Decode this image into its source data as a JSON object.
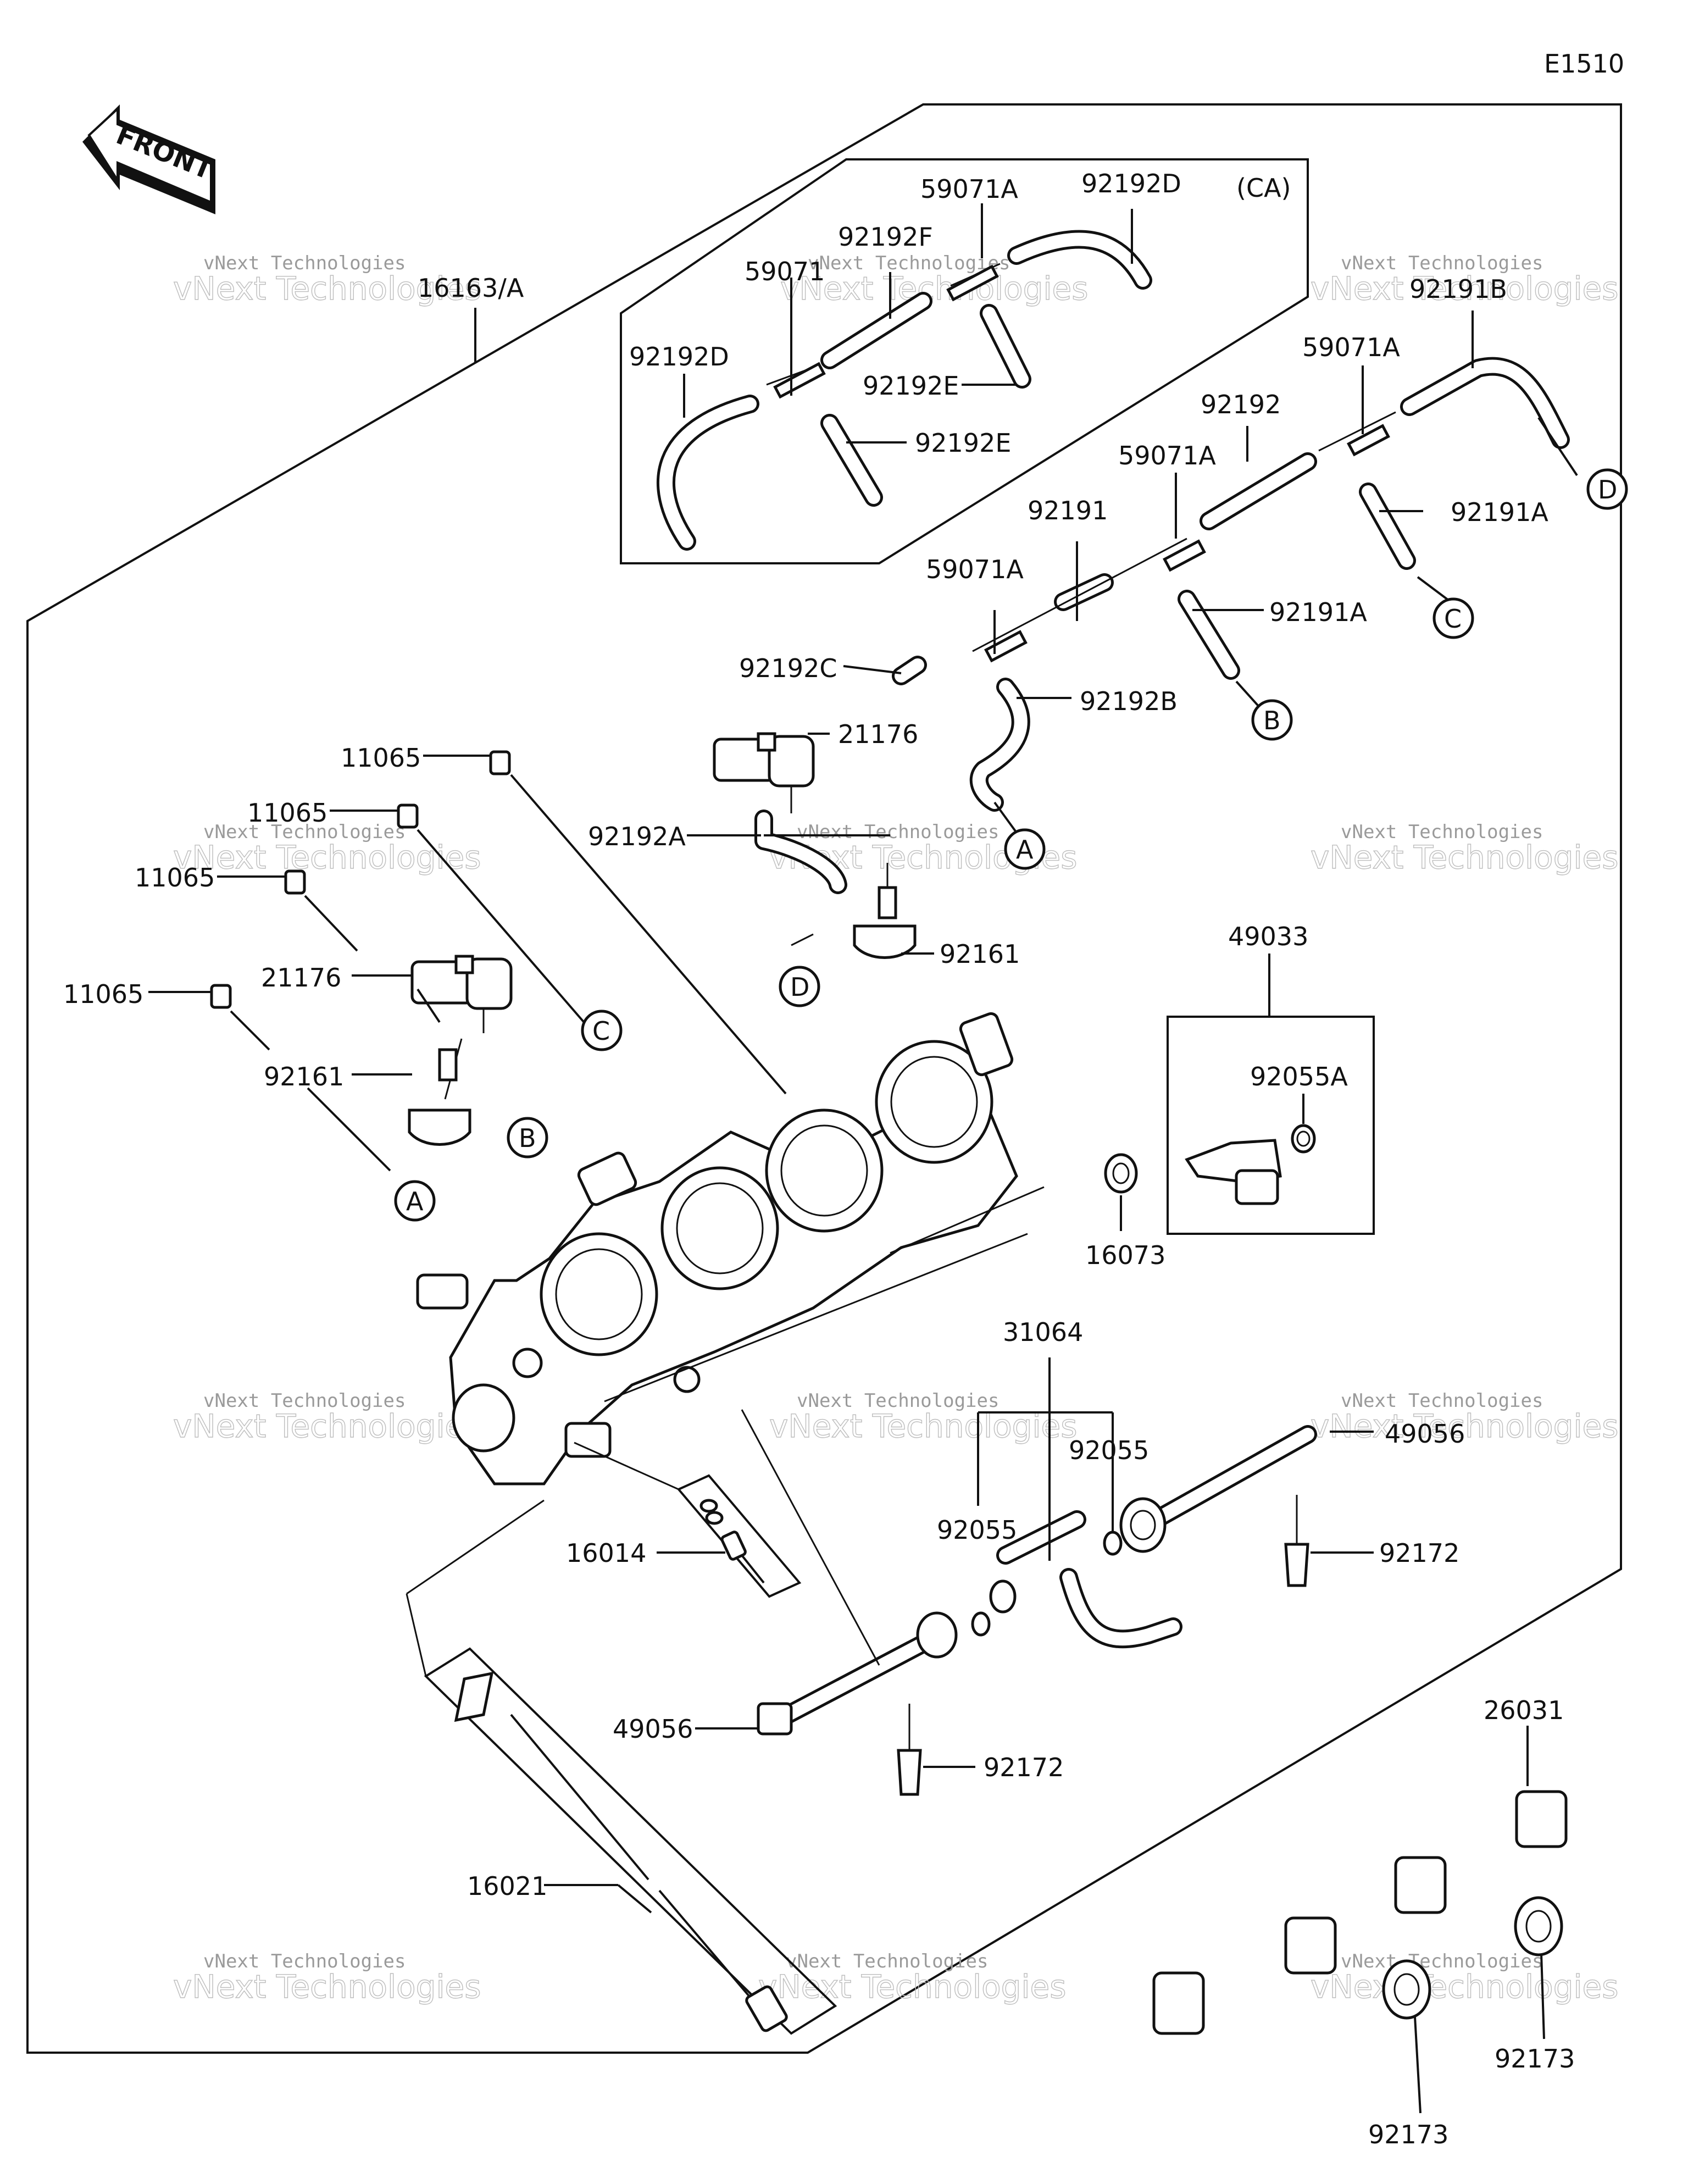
{
  "diagram": {
    "code": "E1510",
    "front_label": "FRONT",
    "variant_label": "(CA)",
    "watermark_brand": "vNext Technologies",
    "watermark_large": "vNext Technologies",
    "part_labels": {
      "p16163A": "16163/A",
      "p59071A_ca": "59071A",
      "p92192D_ca_r": "92192D",
      "p92192F": "92192F",
      "p59071_ca": "59071",
      "p92192D_ca_l": "92192D",
      "p92192E_a": "92192E",
      "p92192E_b": "92192E",
      "p92191B": "92191B",
      "p59071A_r": "59071A",
      "p92192": "92192",
      "p59071A_m": "59071A",
      "p92191A_r": "92191A",
      "p92191": "92191",
      "p59071A_l": "59071A",
      "p92191A_m": "92191A",
      "p92192C": "92192C",
      "p92192B": "92192B",
      "p21176_a": "21176",
      "p11065_a": "11065",
      "p11065_b": "11065",
      "p92192A": "92192A",
      "p11065_c": "11065",
      "p21176_b": "21176",
      "p11065_d": "11065",
      "p92161_a": "92161",
      "p92161_b": "92161",
      "p49033": "49033",
      "p92055A": "92055A",
      "p16073": "16073",
      "p31064": "31064",
      "p92055_a": "92055",
      "p92055_b": "92055",
      "p49056_r": "49056",
      "p92172_r": "92172",
      "p16014": "16014",
      "p49056_l": "49056",
      "p92172_l": "92172",
      "p26031": "26031",
      "p16021": "16021",
      "p92173_a": "92173",
      "p92173_b": "92173"
    },
    "callouts": {
      "A": "A",
      "B": "B",
      "C": "C",
      "D": "D"
    }
  }
}
